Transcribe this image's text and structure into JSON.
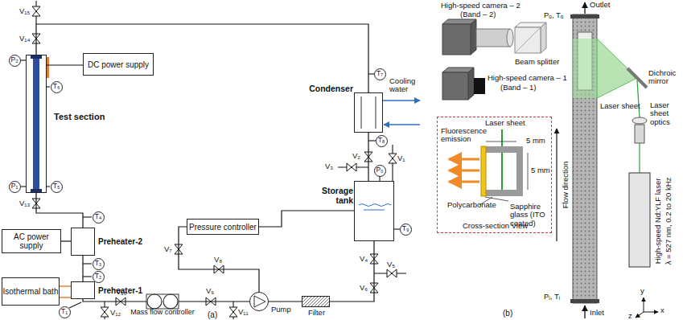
{
  "diagram": {
    "nodes": [
      {
        "text": [
          "Test section"
        ]
      },
      {
        "text": [
          "DC power supply"
        ]
      },
      {
        "text": [
          "Condenser"
        ]
      },
      {
        "text": [
          "Storage tank"
        ]
      },
      {
        "text": [
          "Pressure controller"
        ]
      },
      {
        "text": [
          "AC power supply"
        ]
      },
      {
        "text": [
          "Preheater-2"
        ]
      },
      {
        "text": [
          "Preheater-1"
        ]
      },
      {
        "text": [
          "Isothermal bath"
        ]
      },
      {
        "text": [
          "Mass flow controller"
        ]
      },
      {
        "text": [
          "Pump"
        ]
      },
      {
        "text": [
          "Filter"
        ]
      },
      {
        "text": [
          "P₂"
        ]
      },
      {
        "text": [
          "T₆"
        ]
      },
      {
        "text": [
          "P₁"
        ]
      },
      {
        "text": [
          "T₅"
        ]
      },
      {
        "text": [
          "T₄"
        ]
      },
      {
        "text": [
          "T₃"
        ]
      },
      {
        "text": [
          "T₂"
        ]
      },
      {
        "text": [
          "T₁"
        ]
      },
      {
        "text": [
          "T₇"
        ]
      },
      {
        "text": [
          "T₈"
        ]
      },
      {
        "text": [
          "P₀"
        ]
      },
      {
        "text": [
          "T₉"
        ]
      },
      {
        "text": [
          "Cross-section View"
        ]
      }
    ],
    "edges": [
      {
        "from": 3,
        "to": 11,
        "arrow": "none"
      },
      {
        "from": 11,
        "to": 10,
        "arrow": "none"
      },
      {
        "from": 10,
        "to": 9,
        "arrow": "none"
      },
      {
        "from": 9,
        "to": 7,
        "arrow": "none"
      },
      {
        "from": 7,
        "to": 6,
        "arrow": "none"
      },
      {
        "from": 6,
        "to": 0,
        "arrow": "none"
      },
      {
        "from": 5,
        "to": 6,
        "arrow": "none"
      },
      {
        "from": 1,
        "to": 0,
        "arrow": "none"
      },
      {
        "from": 0,
        "to": 2,
        "arrow": "none"
      },
      {
        "from": 2,
        "to": 3,
        "arrow": "none"
      },
      {
        "from": 10,
        "to": 4,
        "arrow": "none"
      },
      {
        "from": 4,
        "to": 3,
        "arrow": "none"
      },
      {
        "from": 8,
        "to": 7,
        "arrow": "none"
      }
    ],
    "labels": [
      "V₁",
      "V₂",
      "V₃",
      "V₄",
      "V₅",
      "V₆",
      "V₇",
      "V₈",
      "V₉",
      "V₁₀",
      "V₁₁",
      "V₁₂",
      "V₁₃",
      "V₁₄",
      "V₁₅",
      "Cooling water",
      "(a)",
      "High-speed camera – 2",
      "(Band – 2)",
      "Beam splitter",
      "High-speed camera – 1",
      "(Band – 1)",
      "Laser sheet",
      "5 mm",
      "5 mm",
      "Fluorescence emission",
      "Polycarbonate",
      "Sapphire glass (ITO coated)",
      "Outlet",
      "Pₒ, Tₒ",
      "Laser sheet",
      "Dichroic mirror",
      "Laser sheet optics",
      "Flow direction",
      "Inlet",
      "Pᵢ, Tᵢ",
      "High-speed Nd:YLF laser",
      "λ = 527 nm, 0.2 to 20 kHz",
      "x",
      "y",
      "z",
      "(b)"
    ]
  }
}
